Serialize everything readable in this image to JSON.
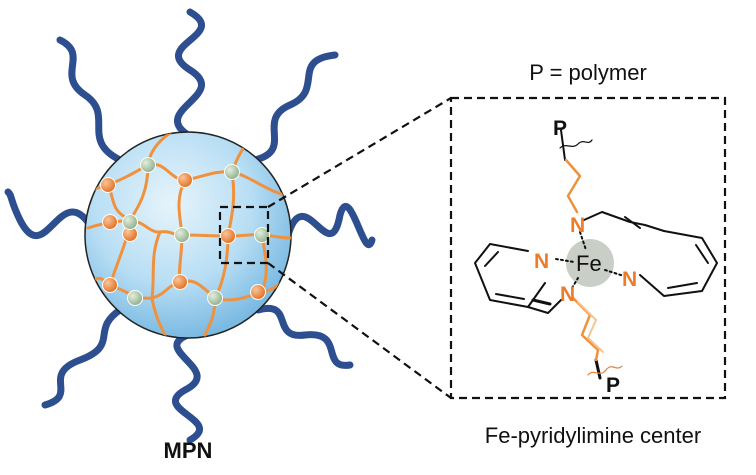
{
  "labels": {
    "polymer_definition": "P = polymer",
    "particle_label": "MPN",
    "center_label": "Fe-pyridylimine center",
    "metal": "Fe",
    "nitrogen": "N",
    "polymer_symbol": "P"
  },
  "colors": {
    "polymer_chain": "#2e4f8f",
    "crosslinker": "#f0913e",
    "iron_node": "#ec7c2c",
    "secondary_node": "#a9c3a2",
    "sphere_light": "#e6f4fb",
    "sphere_dark": "#6fb3df",
    "fe_circle": "#c9cfc7",
    "text": "#111111"
  },
  "icons": {
    "zoom": "dashed-zoom-box",
    "chain": "wavy-polymer-chain"
  }
}
